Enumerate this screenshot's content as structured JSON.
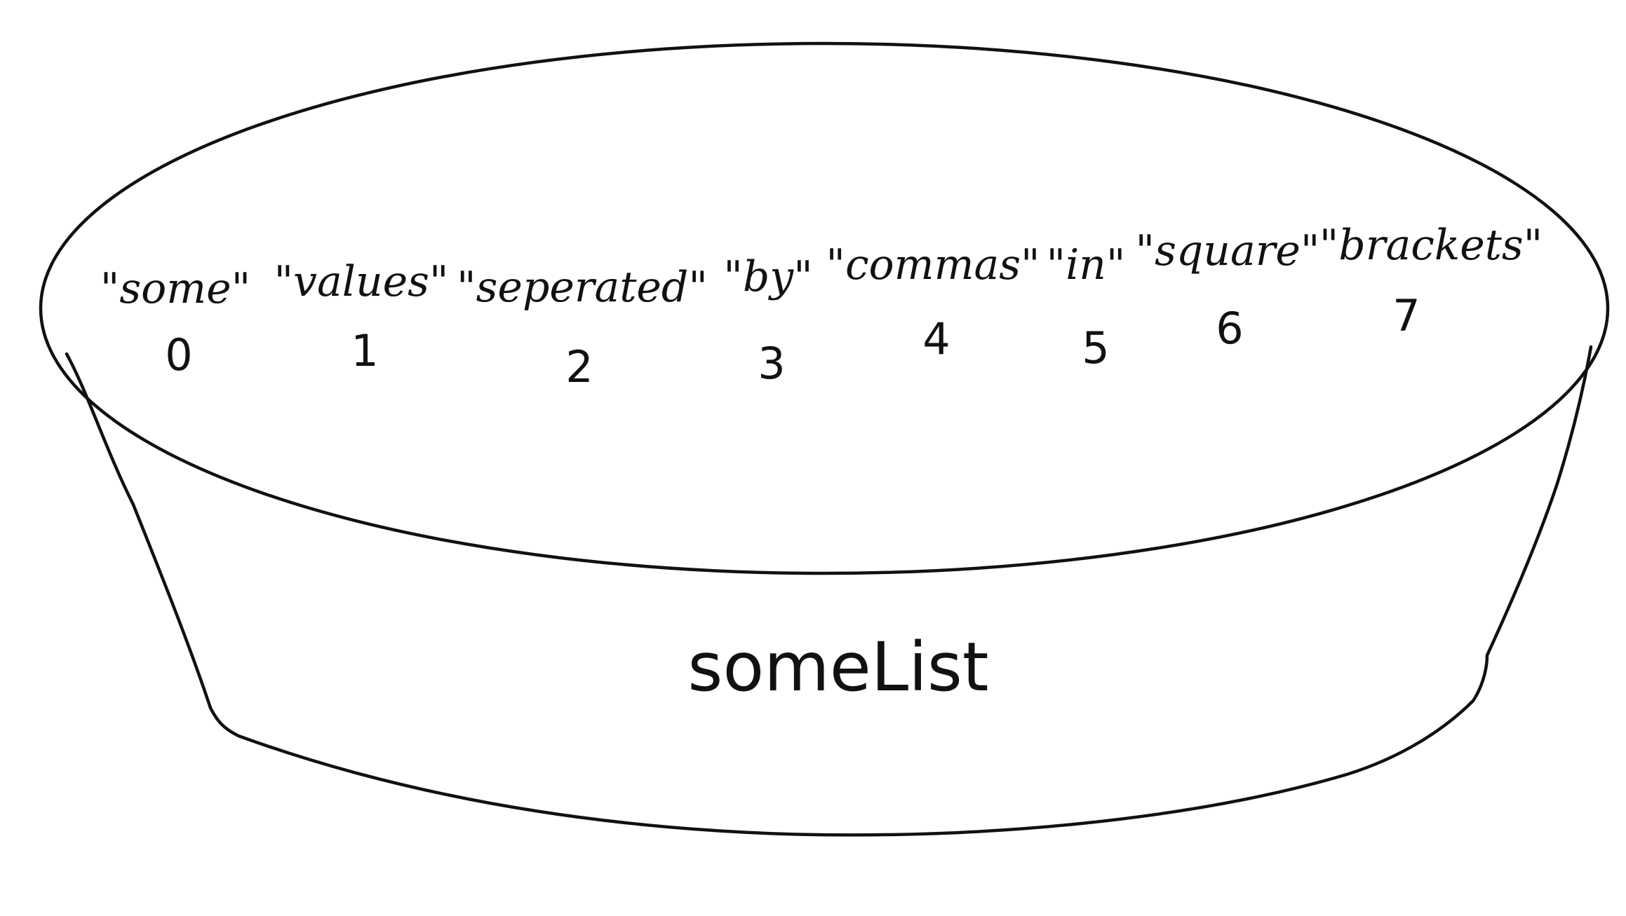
{
  "diagram": {
    "list_name": "someList",
    "items": [
      {
        "value": "\"some\"",
        "index": "0"
      },
      {
        "value": "\"values\"",
        "index": "1"
      },
      {
        "value": "\"seperated\"",
        "index": "2"
      },
      {
        "value": "\"by\"",
        "index": "3"
      },
      {
        "value": "\"commas\"",
        "index": "4"
      },
      {
        "value": "\"in\"",
        "index": "5"
      },
      {
        "value": "\"square\"",
        "index": "6"
      },
      {
        "value": "\"brackets\"",
        "index": "7"
      }
    ]
  }
}
